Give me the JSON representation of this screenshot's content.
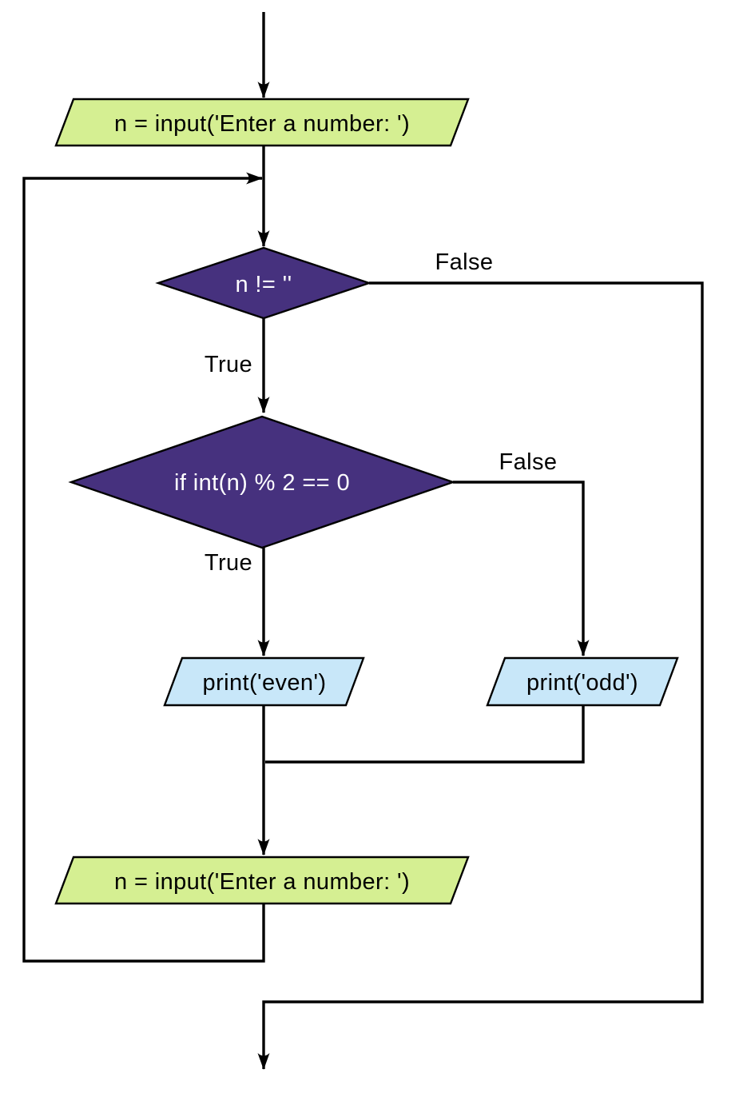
{
  "colors": {
    "green": "#d5ef92",
    "blue": "#c8e7f9",
    "purple": "#46317e",
    "line": "#000000",
    "text_dark": "#000000",
    "text_light": "#ffffff"
  },
  "nodes": {
    "input_top": "n = input('Enter a number: ')",
    "cond_not_empty": "n != ''",
    "cond_even": "if int(n) % 2 == 0",
    "print_even": "print('even')",
    "print_odd": "print('odd')",
    "input_bottom": "n = input('Enter a number: ')"
  },
  "edge_labels": {
    "not_empty_false": "False",
    "not_empty_true": "True",
    "even_false": "False",
    "even_true": "True"
  }
}
